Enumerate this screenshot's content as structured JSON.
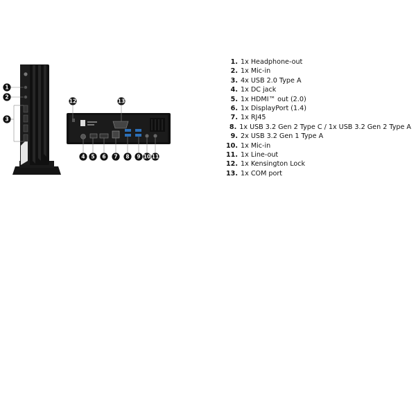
{
  "figure": {
    "front_callouts": [
      "1",
      "2",
      "3"
    ],
    "back_top_callouts": [
      "12",
      "13"
    ],
    "back_bottom_callouts": [
      "4",
      "5",
      "6",
      "7",
      "8",
      "9",
      "10",
      "11"
    ]
  },
  "specs": [
    {
      "number": "1.",
      "text": "1x Headphone-out"
    },
    {
      "number": "2.",
      "text": "1x Mic-in"
    },
    {
      "number": "3.",
      "text": "4x USB 2.0 Type A"
    },
    {
      "number": "4.",
      "text": "1x DC jack"
    },
    {
      "number": "5.",
      "text": "1x HDMI™ out (2.0)"
    },
    {
      "number": "6.",
      "text": "1x DisplayPort (1.4)"
    },
    {
      "number": "7.",
      "text": "1x RJ45"
    },
    {
      "number": "8.",
      "text": "1x USB 3.2 Gen 2 Type C / 1x USB 3.2 Gen 2 Type A"
    },
    {
      "number": "9.",
      "text": "2x USB 3.2 Gen 1 Type A"
    },
    {
      "number": "10.",
      "text": "1x Mic-in"
    },
    {
      "number": "11.",
      "text": "1x Line-out"
    },
    {
      "number": "12.",
      "text": "1x Kensington Lock"
    },
    {
      "number": "13.",
      "text": "1x COM port"
    }
  ]
}
